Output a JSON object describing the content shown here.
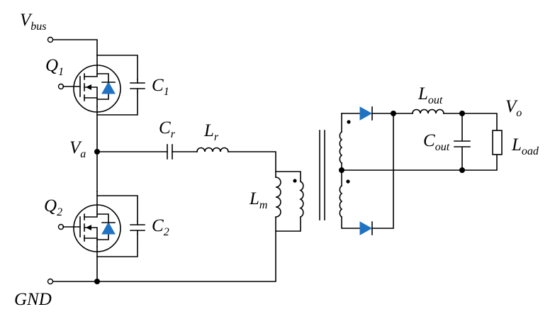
{
  "labels": {
    "vbus": {
      "main": "V",
      "sub": "bus"
    },
    "q1": {
      "main": "Q",
      "sub": "1"
    },
    "c1": {
      "main": "C",
      "sub": "1"
    },
    "va": {
      "main": "V",
      "sub": "a"
    },
    "cr": {
      "main": "C",
      "sub": "r"
    },
    "lr": {
      "main": "L",
      "sub": "r"
    },
    "q2": {
      "main": "Q",
      "sub": "2"
    },
    "c2": {
      "main": "C",
      "sub": "2"
    },
    "lm": {
      "main": "L",
      "sub": "m"
    },
    "gnd": {
      "main": "GND",
      "sub": ""
    },
    "lout": {
      "main": "L",
      "sub": "out"
    },
    "vo": {
      "main": "V",
      "sub": "o"
    },
    "cout": {
      "main": "C",
      "sub": "out"
    },
    "load": {
      "main": "L",
      "sub": "oad"
    }
  },
  "colors": {
    "wire": "#000000",
    "diode": "#1f73c2"
  }
}
